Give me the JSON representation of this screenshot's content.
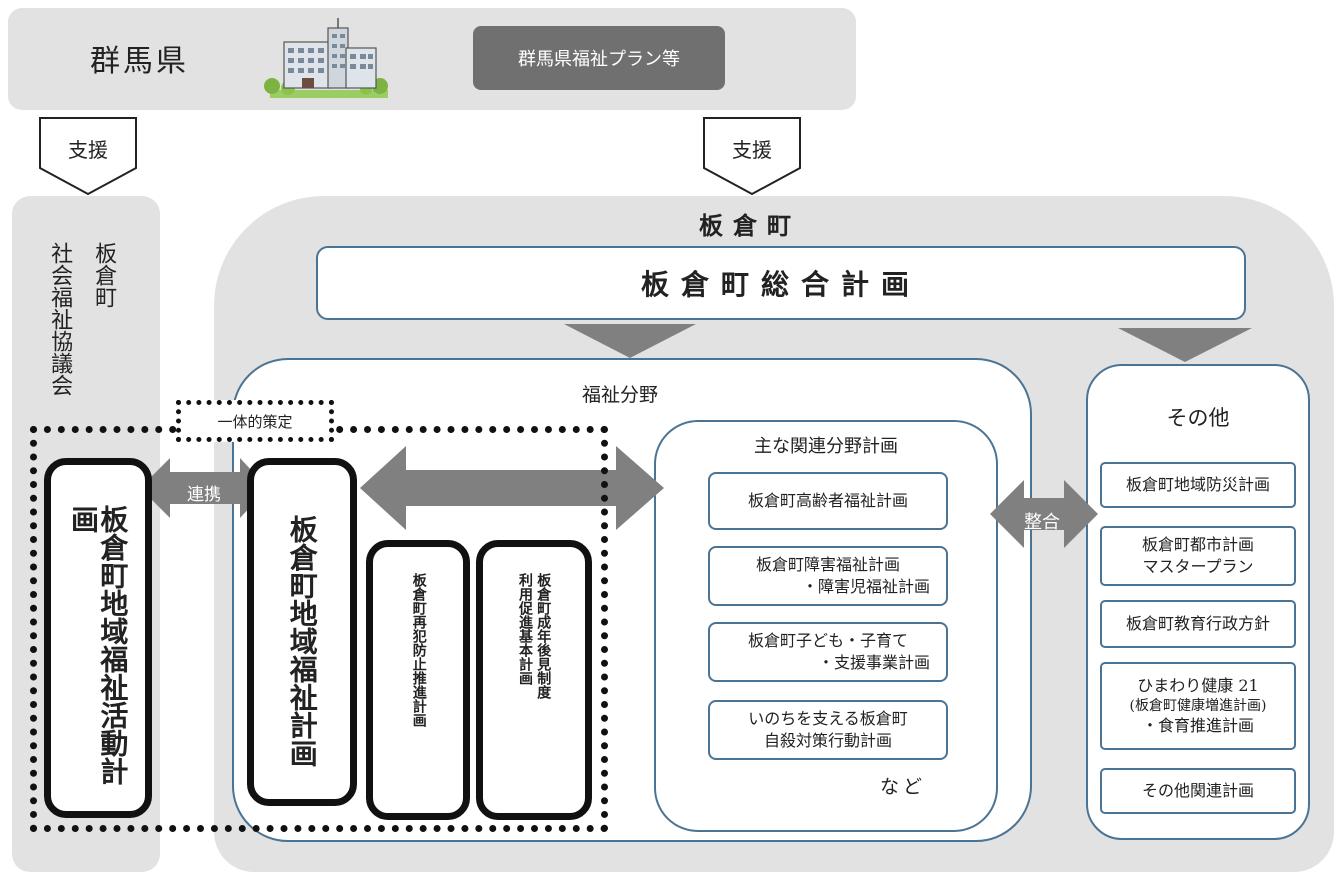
{
  "prefecture": {
    "name": "群馬県",
    "plans": "群馬県福祉プラン等"
  },
  "support_label_left": "支援",
  "support_label_right": "支援",
  "council": {
    "town": "板倉町",
    "name": "社会福祉協議会"
  },
  "town": {
    "title": "板倉町",
    "master_plan": "板倉町総合計画"
  },
  "welfare": {
    "label": "福祉分野",
    "integrated_label": "一体的策定",
    "coordination_label": "連携",
    "activity_plan": "板倉町地域福祉活動計画",
    "welfare_plan": "板倉町地域福祉計画",
    "reoffense_plan": "板倉町再犯防止推進計画",
    "guardianship_plan_line1": "板倉町成年後見制度",
    "guardianship_plan_line2": "利用促進基本計画"
  },
  "related": {
    "title": "主な関連分野計画",
    "items": [
      {
        "line1": "板倉町高齢者福祉計画",
        "line2": ""
      },
      {
        "line1": "板倉町障害福祉計画",
        "line2": "・障害児福祉計画"
      },
      {
        "line1": "板倉町子ども・子育て",
        "line2": "・支援事業計画"
      },
      {
        "line1": "いのちを支える板倉町",
        "line2": "自殺対策行動計画"
      }
    ],
    "etc": "など"
  },
  "alignment_label": "整合",
  "other": {
    "title": "その他",
    "items": [
      {
        "line1": "板倉町地域防災計画",
        "line2": "",
        "line3": ""
      },
      {
        "line1": "板倉町都市計画",
        "line2": "マスタープラン",
        "line3": ""
      },
      {
        "line1": "板倉町教育行政方針",
        "line2": "",
        "line3": ""
      },
      {
        "line1": "ひまわり健康 21",
        "line2": "(板倉町健康増進計画)",
        "line3": "・食育推進計画"
      },
      {
        "line1": "その他関連計画",
        "line2": "",
        "line3": ""
      }
    ]
  }
}
